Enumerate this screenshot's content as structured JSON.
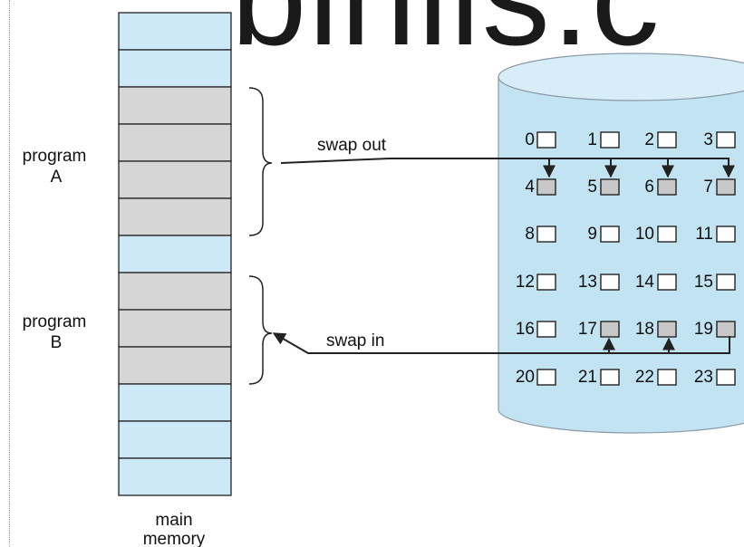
{
  "watermark": "binils.c",
  "labels": {
    "program_a": [
      "program",
      "A"
    ],
    "program_b": [
      "program",
      "B"
    ],
    "swap_out": "swap out",
    "swap_in": "swap in",
    "memory": [
      "main",
      "memory"
    ]
  },
  "memory": {
    "blocks": [
      "free",
      "free",
      "program-a",
      "program-a",
      "program-a",
      "program-a",
      "free",
      "program-b",
      "program-b",
      "program-b",
      "free",
      "free",
      "free"
    ]
  },
  "disk": {
    "rows": [
      {
        "labels": [
          "0",
          "1",
          "2",
          "3"
        ],
        "shaded": [
          false,
          false,
          false,
          false
        ]
      },
      {
        "labels": [
          "4",
          "5",
          "6",
          "7"
        ],
        "shaded": [
          true,
          true,
          true,
          true
        ]
      },
      {
        "labels": [
          "8",
          "9",
          "10",
          "11"
        ],
        "shaded": [
          false,
          false,
          false,
          false
        ]
      },
      {
        "labels": [
          "12",
          "13",
          "14",
          "15"
        ],
        "shaded": [
          false,
          false,
          false,
          false
        ]
      },
      {
        "labels": [
          "16",
          "17",
          "18",
          "19"
        ],
        "shaded": [
          false,
          true,
          true,
          true
        ]
      },
      {
        "labels": [
          "20",
          "21",
          "22",
          "23"
        ],
        "shaded": [
          false,
          false,
          false,
          false
        ]
      }
    ]
  },
  "colors": {
    "free_block": "#cde9f7",
    "program_block": "#d6d6d6",
    "disk_body": "#c2e3f2",
    "shaded_cell": "#c8c8c8",
    "line": "#222222"
  }
}
